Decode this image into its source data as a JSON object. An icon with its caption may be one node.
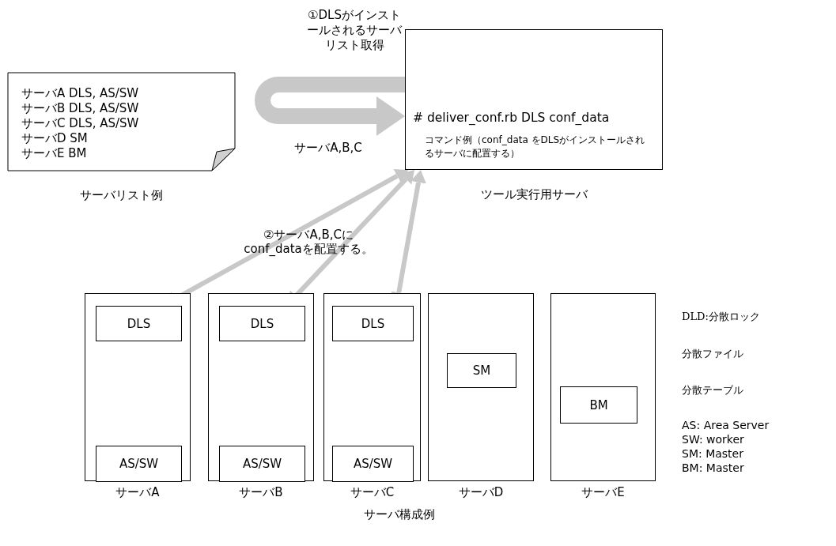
{
  "diagram": {
    "nodes": [
      {
        "text": [
          "サーバA DLS, AS/SW",
          "サーバB DLS, AS/SW",
          "サーバC DLS, AS/SW",
          "サーバD SM",
          "サーバE BM"
        ],
        "beside": [
          "サーバリスト例"
        ]
      },
      {
        "text": [
          "# deliver_conf.rb DLS conf_data",
          "コマンド例（conf_data をDLSがインストールされるサーバに配置する）"
        ],
        "beside": [
          "ツール実行用サーバ"
        ]
      },
      {
        "text": [],
        "shape": "box",
        "beside": [
          "サーバA"
        ]
      },
      {
        "text": [
          "DLS"
        ],
        "in": 2
      },
      {
        "text": [
          "AS/SW"
        ],
        "in": 2
      },
      {
        "text": [],
        "shape": "box",
        "beside": [
          "サーバB"
        ]
      },
      {
        "text": [
          "DLS"
        ],
        "in": 5
      },
      {
        "text": [
          "AS/SW"
        ],
        "in": 5
      },
      {
        "text": [],
        "shape": "box",
        "beside": [
          "サーバC"
        ]
      },
      {
        "text": [
          "DLS"
        ],
        "in": 8
      },
      {
        "text": [
          "AS/SW"
        ],
        "in": 8
      },
      {
        "text": [],
        "shape": "box",
        "beside": [
          "サーバD"
        ]
      },
      {
        "text": [
          "SM"
        ],
        "in": 11
      },
      {
        "text": [],
        "shape": "box",
        "beside": [
          "サーバE"
        ]
      },
      {
        "text": [
          "BM"
        ],
        "in": 13
      }
    ],
    "edges": [
      {
        "from": 1,
        "to": 1,
        "arrow": "to",
        "style": "thick",
        "label": "①DLSがインストールされるサーバリスト取得"
      },
      {
        "from": 1,
        "to": 3,
        "arrow": "both"
      },
      {
        "from": 1,
        "to": 6,
        "arrow": "both"
      },
      {
        "from": 1,
        "to": 9,
        "arrow": "both"
      }
    ],
    "labels": [
      "サーバA,B,C",
      "②サーバA,B,Cに conf_dataを配置する。",
      "サーバ構成例",
      "DLD:分散ロック",
      "分散ファイル",
      "分散テーブル",
      "AS: Area Server",
      "SW: worker",
      "SM: Master",
      "BM: Master"
    ]
  }
}
